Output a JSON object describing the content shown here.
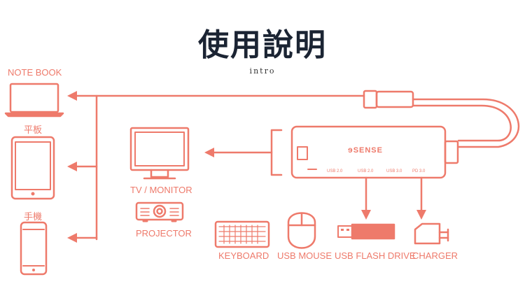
{
  "header": {
    "title": "使用說明",
    "subtitle": "intro"
  },
  "devices": {
    "notebook": "NOTE BOOK",
    "tablet": "平板",
    "phone": "手機",
    "tv": "TV / MONITOR",
    "projector": "PROJECTOR",
    "keyboard": "KEYBOARD",
    "mouse": "USB MOUSE",
    "flash": "USB FLASH DRIVE",
    "charger": "CHARGER"
  },
  "hub": {
    "brand": "SENSE",
    "ports": [
      "USB 2.0",
      "USB 2.0",
      "USB 3.0",
      "PD 3.0"
    ]
  },
  "colors": {
    "accent": "#ee7a6b",
    "title": "#1b2433"
  }
}
